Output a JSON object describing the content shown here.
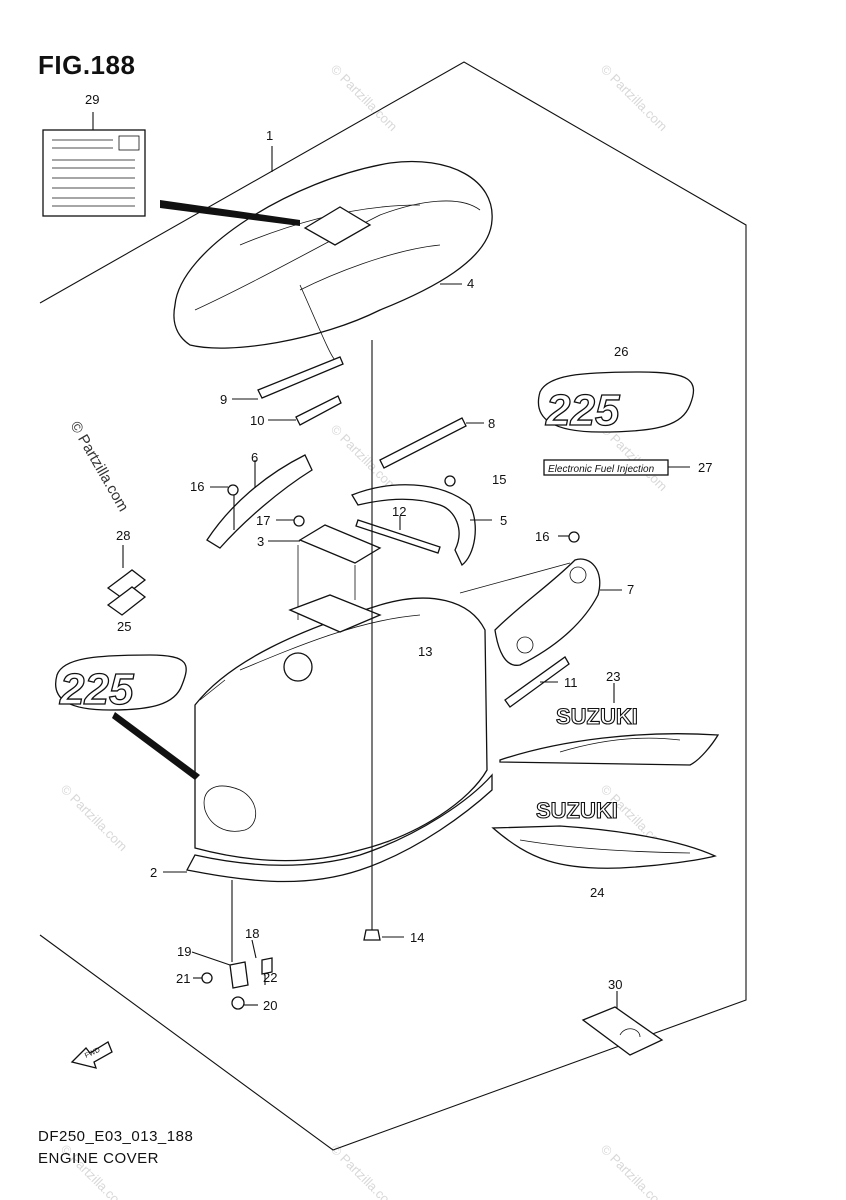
{
  "figure": {
    "title": "FIG.188",
    "code": "DF250_E03_013_188",
    "name": "ENGINE COVER"
  },
  "watermark": "© Partzilla.com",
  "callouts": [
    "1",
    "2",
    "3",
    "4",
    "5",
    "6",
    "7",
    "8",
    "9",
    "10",
    "11",
    "12",
    "13",
    "14",
    "15",
    "16",
    "16",
    "17",
    "18",
    "19",
    "20",
    "21",
    "22",
    "23",
    "24",
    "25",
    "26",
    "27",
    "28",
    "29",
    "30"
  ],
  "decals": {
    "number_badge": "225",
    "brand": "SUZUKI",
    "efi_label": "Electronic Fuel Injection",
    "fwd_arrow": "FWD"
  },
  "colors": {
    "line": "#111111",
    "watermark": "#d8d8d8"
  }
}
